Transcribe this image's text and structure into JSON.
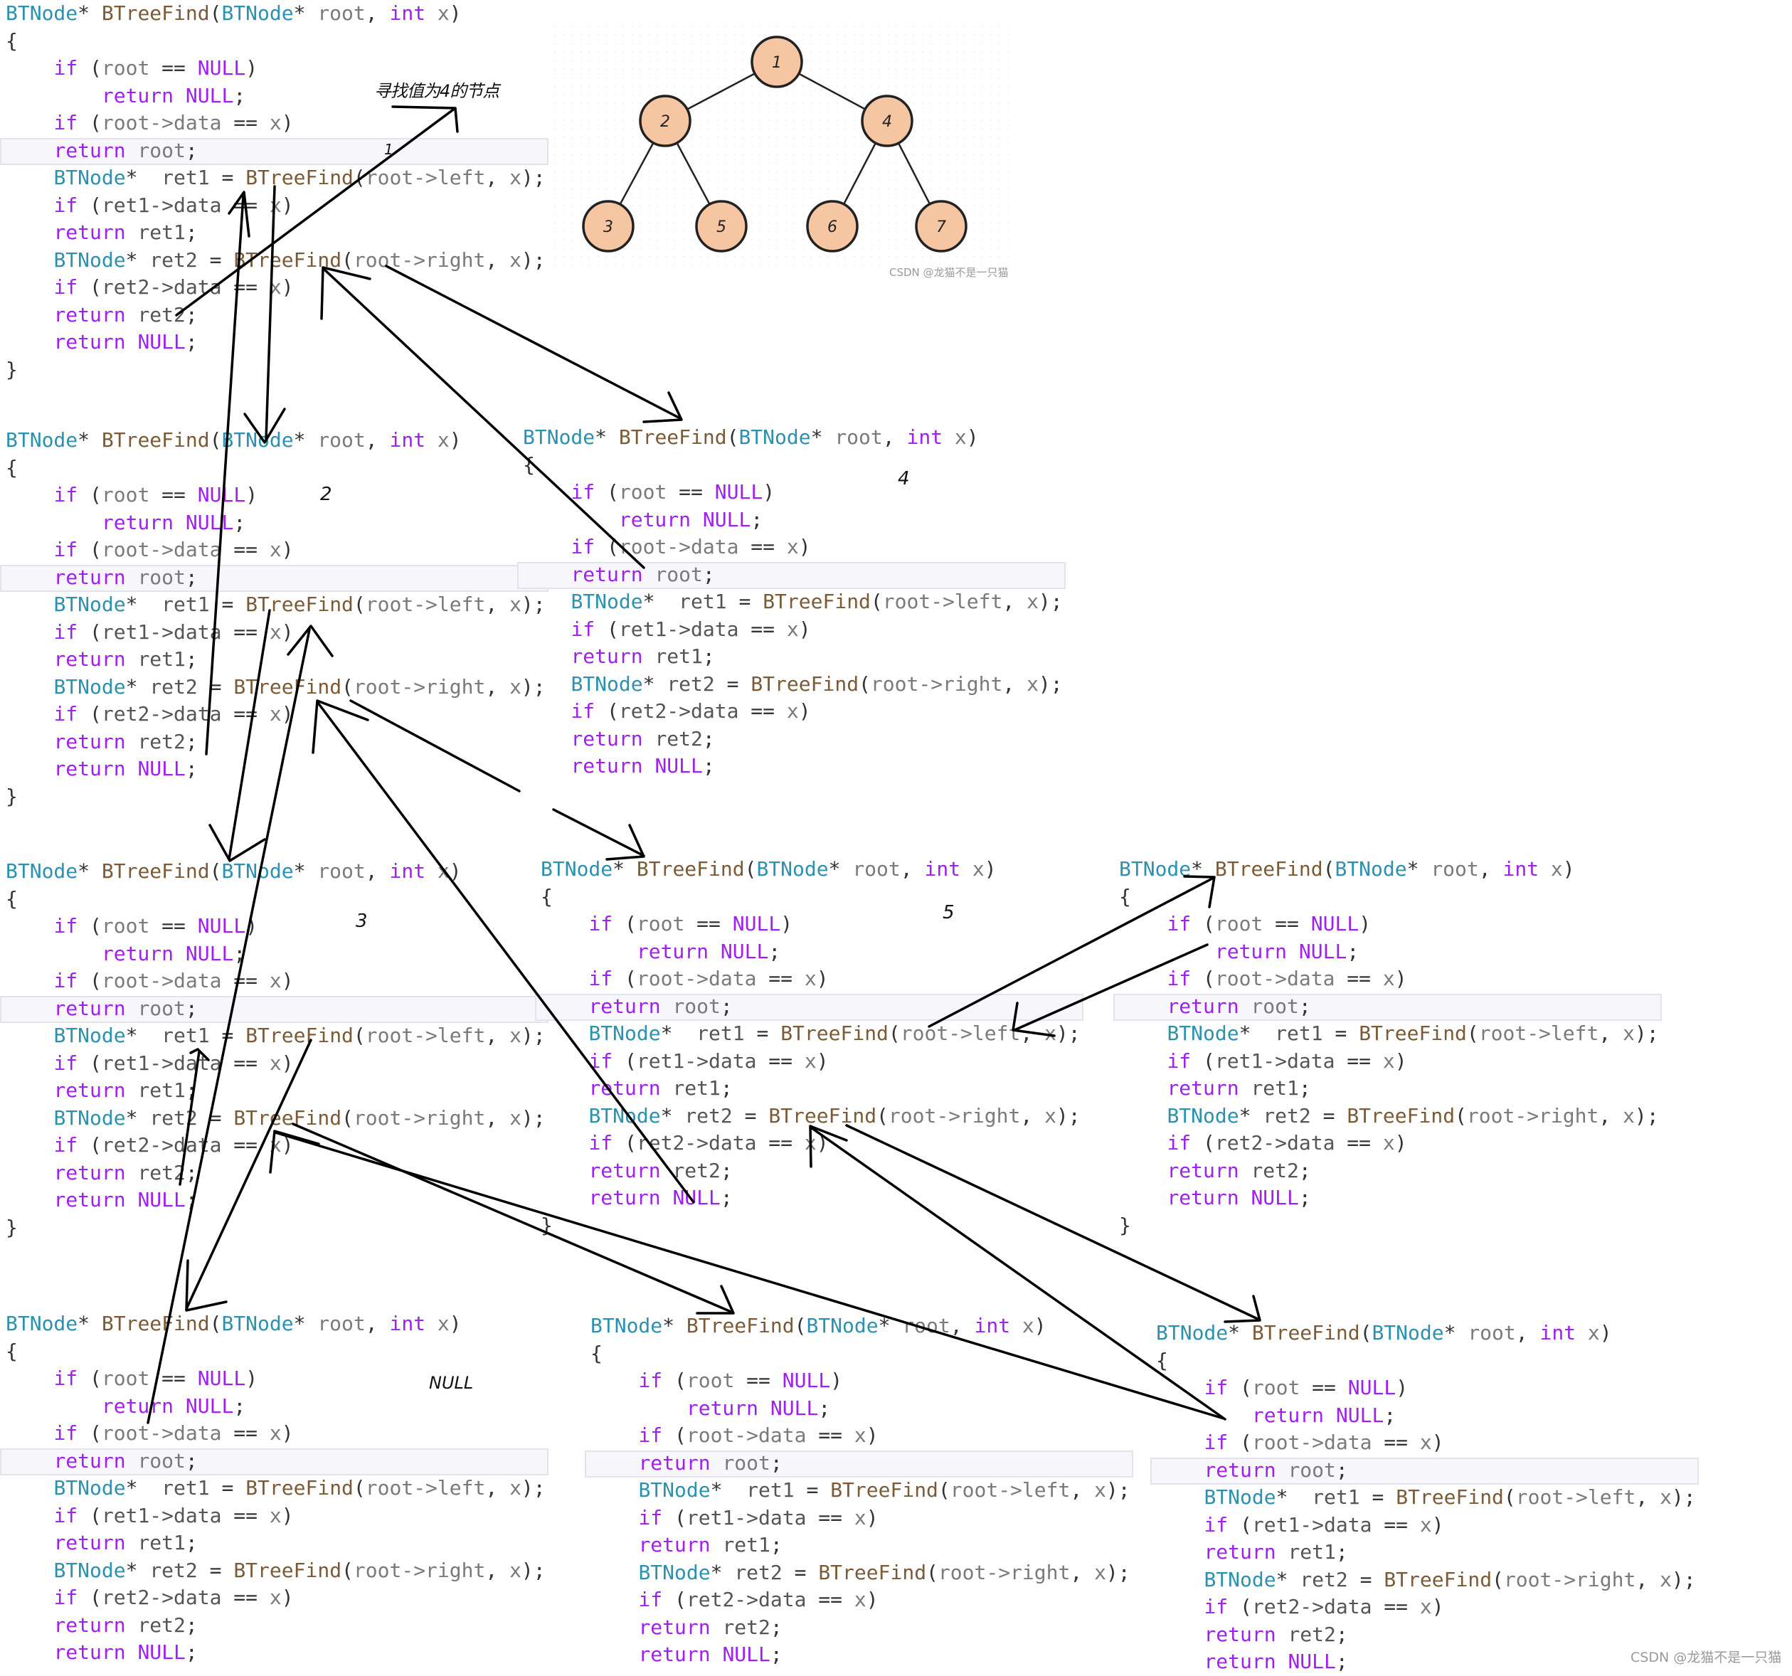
{
  "code_lines": [
    {
      "parts": [
        [
          "type",
          "BTNode"
        ],
        [
          "op",
          "* "
        ],
        [
          "fn",
          "BTreeFind"
        ],
        [
          "op",
          "("
        ],
        [
          "type",
          "BTNode"
        ],
        [
          "op",
          "* "
        ],
        [
          "id",
          "root"
        ],
        [
          "op",
          ", "
        ],
        [
          "kw",
          "int"
        ],
        [
          "id",
          " x"
        ],
        [
          "op",
          ")"
        ]
      ]
    },
    {
      "parts": [
        [
          "op",
          "{"
        ]
      ]
    },
    {
      "parts": [
        [
          "op",
          "    "
        ],
        [
          "kw",
          "if"
        ],
        [
          "op",
          " ("
        ],
        [
          "id",
          "root"
        ],
        [
          "op",
          " == "
        ],
        [
          "null",
          "NULL"
        ],
        [
          "op",
          ")"
        ]
      ]
    },
    {
      "parts": [
        [
          "op",
          "        "
        ],
        [
          "ret",
          "return"
        ],
        [
          "op",
          " "
        ],
        [
          "null",
          "NULL"
        ],
        [
          "op",
          ";"
        ]
      ]
    },
    {
      "parts": [
        [
          "op",
          "    "
        ],
        [
          "kw",
          "if"
        ],
        [
          "op",
          " ("
        ],
        [
          "id",
          "root->data"
        ],
        [
          "op",
          " == "
        ],
        [
          "id",
          "x"
        ],
        [
          "op",
          ")"
        ]
      ]
    },
    {
      "hl": true,
      "parts": [
        [
          "op",
          "    "
        ],
        [
          "ret",
          "return"
        ],
        [
          "op",
          " "
        ],
        [
          "id",
          "root"
        ],
        [
          "op",
          ";"
        ]
      ]
    },
    {
      "parts": [
        [
          "op",
          "    "
        ],
        [
          "type",
          "BTNode"
        ],
        [
          "op",
          "*  "
        ],
        [
          "var",
          "ret1"
        ],
        [
          "op",
          " = "
        ],
        [
          "fn",
          "BTreeFind"
        ],
        [
          "op",
          "("
        ],
        [
          "id",
          "root->left"
        ],
        [
          "op",
          ", "
        ],
        [
          "id",
          "x"
        ],
        [
          "op",
          ");"
        ]
      ]
    },
    {
      "parts": [
        [
          "op",
          "    "
        ],
        [
          "kw",
          "if"
        ],
        [
          "op",
          " ("
        ],
        [
          "var",
          "ret1->data"
        ],
        [
          "op",
          " == "
        ],
        [
          "id",
          "x"
        ],
        [
          "op",
          ")"
        ]
      ]
    },
    {
      "parts": [
        [
          "op",
          "    "
        ],
        [
          "ret",
          "return"
        ],
        [
          "op",
          " "
        ],
        [
          "var",
          "ret1"
        ],
        [
          "op",
          ";"
        ]
      ]
    },
    {
      "parts": [
        [
          "op",
          "    "
        ],
        [
          "type",
          "BTNode"
        ],
        [
          "op",
          "* "
        ],
        [
          "var",
          "ret2"
        ],
        [
          "op",
          " = "
        ],
        [
          "fn",
          "BTreeFind"
        ],
        [
          "op",
          "("
        ],
        [
          "id",
          "root->right"
        ],
        [
          "op",
          ", "
        ],
        [
          "id",
          "x"
        ],
        [
          "op",
          ");"
        ]
      ]
    },
    {
      "parts": [
        [
          "op",
          "    "
        ],
        [
          "kw",
          "if"
        ],
        [
          "op",
          " ("
        ],
        [
          "var",
          "ret2->data"
        ],
        [
          "op",
          " == "
        ],
        [
          "id",
          "x"
        ],
        [
          "op",
          ")"
        ]
      ]
    },
    {
      "parts": [
        [
          "op",
          "    "
        ],
        [
          "ret",
          "return"
        ],
        [
          "op",
          " "
        ],
        [
          "var",
          "ret2"
        ],
        [
          "op",
          ";"
        ]
      ]
    },
    {
      "parts": [
        [
          "op",
          "    "
        ],
        [
          "ret",
          "return"
        ],
        [
          "op",
          " "
        ],
        [
          "null",
          "NULL"
        ],
        [
          "op",
          ";"
        ]
      ]
    },
    {
      "parts": [
        [
          "op",
          "}"
        ]
      ]
    }
  ],
  "blocks": [
    {
      "id": "block-root",
      "lines": 14
    },
    {
      "id": "block-2",
      "lines": 14
    },
    {
      "id": "block-4",
      "lines": 13
    },
    {
      "id": "block-3",
      "lines": 14
    },
    {
      "id": "block-5",
      "lines": 14
    },
    {
      "id": "block-6",
      "lines": 14
    },
    {
      "id": "block-null",
      "lines": 13
    },
    {
      "id": "block-5-left",
      "lines": 13
    },
    {
      "id": "block-5-right",
      "lines": 13
    }
  ],
  "labels": {
    "goal": "寻找值为4的节点",
    "step_1": "1",
    "step_2": "2",
    "step_3": "3",
    "step_4": "4",
    "step_5": "5",
    "null_label": "NULL"
  },
  "tree": {
    "nodes": [
      "1",
      "2",
      "4",
      "3",
      "5",
      "6",
      "7"
    ],
    "fill": "#f6c6a2",
    "stroke": "#222222"
  },
  "watermarks": {
    "tree_wm": "CSDN @龙猫不是一只猫",
    "page_wm": "CSDN @龙猫不是一只猫"
  },
  "colors": {
    "type": "#2b91af",
    "keyword": "#a020f0",
    "function": "#7b5a35",
    "arrow": "#000000"
  }
}
